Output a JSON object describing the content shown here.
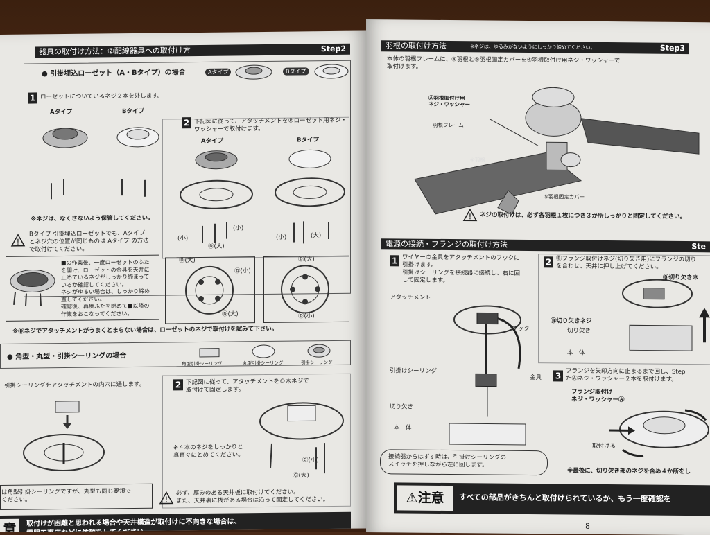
{
  "left": {
    "header": {
      "title": "器具の取付け方法：②配線器具への取付け方",
      "step": "Step2"
    },
    "section1": {
      "title": "● 引掛埋込ローゼット（A・Bタイプ）の場合",
      "type_a": "Aタイプ",
      "type_b": "Bタイプ",
      "step1_text": "ローゼットについているネジ２本を外します。",
      "keep_screws": "※ネジは、なくさないよう保管してください。",
      "b_note": "Bタイプ 引掛埋込ローゼットでも、Aタイプ\nとネジ穴の位置が同じものは Aタイプ の方法\nで取付けてください。",
      "step2_text": "下記図に従って、アタッチメントを®ローゼット用ネジ・\nワッシャーで取付けます。",
      "small": "(小)",
      "large": "(大)",
      "d_small": "Ⓓ(小)",
      "d_large": "Ⓓ(大)",
      "work_note": "■の作業後、一度ローゼットのふた\nを開け、ローゼットの金具を天井に\n止めているネジがしっかり締まって\nいるか確認してください。\nネジがゆるい場合は、しっかり締め\n直してください。\n確認後、再度ふたを閉めて■以降の\n作業をおこなってください。",
      "bottom_note": "※Ⓓネジでアタッチメントがうまくとまらない場合は、ローゼットのネジで取付けを試みて下さい。"
    },
    "section2": {
      "title": "● 角型・丸型・引掛シーリングの場合",
      "icons": [
        "角型引掛シーリング",
        "丸型引掛シーリング",
        "引掛シーリング"
      ],
      "step1_text": "引掛シーリングをアタッチメントの内穴に通します。",
      "step2_text": "下記図に従って、アタッチメントを©木ネジで\n取付けて固定します。",
      "screw_note": "※４本のネジをしっかりと\n真直ぐにとめてください。",
      "c_small": "Ⓒ(小)",
      "c_large": "Ⓒ(大)",
      "round_note": "は角型引掛シーリングですが、丸型も同じ要領で\nください。",
      "warning": "必ず、厚みのある天井板に取付けてください。\nまた、天井裏に桟がある場合は沿って固定してください。"
    },
    "caution": {
      "label": "意",
      "text": "取付けが困難と思われる場合や天井構造が取付けに不向きな場合は、\n電器工事店などに依頼をしてください。"
    }
  },
  "right": {
    "header": {
      "title": "羽根の取付け方法",
      "subtitle": "※ネジは、ゆるみがないようにしっかり締めてください。",
      "step": "Step3"
    },
    "blade_text": "本体の羽根フレームに、④羽根と⑤羽根固定カバーを④羽根取付け用ネジ・ワッシャーで\n取付けます。",
    "labels": {
      "screw_washer": "Ⓐ羽根取付け用\nネジ・ワッシャー",
      "frame": "羽根フレーム",
      "blade": "④羽根",
      "cover": "⑤羽根固定カバー"
    },
    "blade_warning": "ネジの取付けは、必ず各羽根１枚につき３か所しっかりと固定してください。",
    "section2": {
      "title": "電源の接続・フランジの取付け方法",
      "step_cut": "Ste",
      "step1_text": "ワイヤーの金具をアタッチメントのフックに\n引掛けます。\n引掛けシーリングを接続器に接続し、右に回\nして固定します。",
      "attachment": "アタッチメント",
      "hook": "フック",
      "ceiling": "引掛けシーリング",
      "fitting": "金具",
      "notch": "切り欠き",
      "body": "本　体",
      "disconnect_note": "接続器からはずす時は、引掛けシーリングの\nスイッチを押しながら左に回します。",
      "step2_text": "Ⓑフランジ取付けネジ(切り欠き用)にフランジの切り\nを合わせ、天井に押し上げてください。",
      "b_notch": "Ⓑ切り欠きネ",
      "b_notch_screw": "Ⓑ切り欠きネジ",
      "notch2": "切り欠き",
      "body2": "本　体",
      "step3_text": "フランジを矢印方向に止まるまで回し、Step\nたⒶネジ・ワッシャー２本を取付けます。",
      "flange_screw": "フランジ取付け\nネジ・ワッシャーⒶ",
      "attach": "取付ける",
      "last_note": "※最後に、切り欠き部のネジを含め４か所をし"
    },
    "caution": {
      "label": "注意",
      "text": "すべての部品がきちんと取付けられているか、もう一度確認を"
    },
    "page_number": "8"
  }
}
